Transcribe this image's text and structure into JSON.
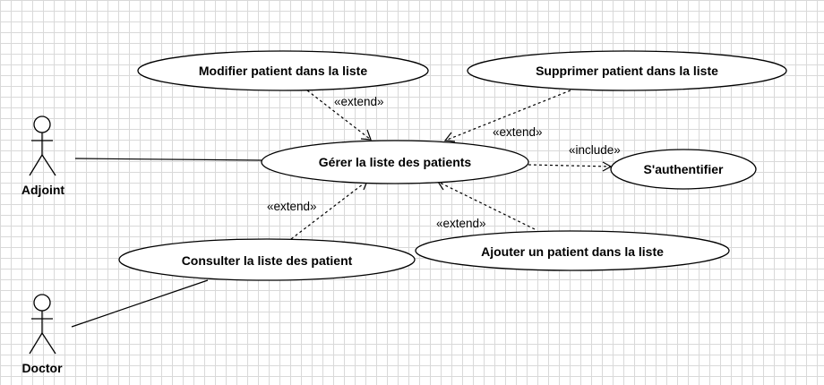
{
  "actors": {
    "adjoint": "Adjoint",
    "doctor": "Doctor"
  },
  "use_cases": {
    "modifier": "Modifier patient dans la liste",
    "supprimer": "Supprimer patient dans la liste",
    "gerer": "Gérer la liste des patients",
    "authentifier": "S'authentifier",
    "consulter": "Consulter la liste des patient",
    "ajouter": "Ajouter un patient dans la liste"
  },
  "relations": {
    "extend_modifier": "«extend»",
    "extend_supprimer": "«extend»",
    "include_auth": "«include»",
    "extend_consulter": "«extend»",
    "extend_ajouter": "«extend»"
  }
}
